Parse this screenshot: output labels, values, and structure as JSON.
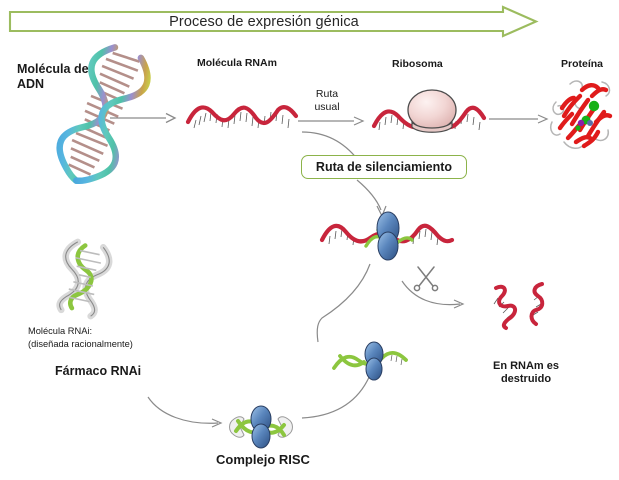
{
  "banner": {
    "label": "Proceso de expresión génica",
    "border_color": "#9cbc5f",
    "arrow_shape": "right-arrow-banner"
  },
  "labels": {
    "dna": "Molécula de\nADN",
    "mrna": "Molécula RNAm",
    "ribosome": "Ribosoma",
    "protein": "Proteína",
    "usual_route": "Ruta\nusual",
    "silencing_route": "Ruta de silenciamiento",
    "rnai_note": "Molécula  RNAi:\n(diseñada racionalmente)",
    "rnai_drug": "Fármaco RNAi",
    "mrna_destroyed": "En RNAm es\ndestruido",
    "risc_complex": "Complejo RISC"
  },
  "icons": {
    "dna": "dna-double-helix-icon",
    "mrna": "mrna-strand-icon",
    "ribosome": "ribosome-icon",
    "protein": "protein-ribbon-icon",
    "rnai": "rnai-duplex-icon",
    "risc": "risc-complex-icon",
    "risc_bound": "risc-bound-mrna-icon",
    "scissors": "scissors-icon",
    "fragments": "mrna-fragments-icon"
  },
  "colors": {
    "green_accent": "#9cbc5f",
    "mrna_red": "#c8253c",
    "rnai_green": "#8cc63f",
    "risc_blue": "#4a6fa5",
    "protein_red": "#e01b1b",
    "protein_green": "#17b117",
    "arrow_gray": "#7d7d7d",
    "text": "#1a1a1a"
  },
  "arrows": [
    {
      "name": "arrow-dna-to-mrna",
      "from": "dna",
      "to": "mrna"
    },
    {
      "name": "arrow-mrna-to-ribosome",
      "from": "mrna",
      "to": "ribosome",
      "label": "Ruta\nusual"
    },
    {
      "name": "arrow-ribosome-to-protein",
      "from": "ribosome",
      "to": "protein"
    },
    {
      "name": "arrow-mrna-to-silencing-box",
      "from": "mrna",
      "to": "silencing-box"
    },
    {
      "name": "arrow-silencing-box-to-risc-bound",
      "from": "silencing-box",
      "to": "risc-bound-mrna"
    },
    {
      "name": "arrow-risc-bound-to-fragments",
      "from": "risc-bound-mrna",
      "to": "fragments"
    },
    {
      "name": "arrow-rnai-to-risc",
      "from": "rnai-drug",
      "to": "risc-complex"
    },
    {
      "name": "arrow-risc-to-risc-bound",
      "from": "risc-complex",
      "to": "risc-bound-mrna"
    },
    {
      "name": "arrow-risc-bound-recycle",
      "from": "risc-bound-mrna",
      "to": "risc-complex"
    }
  ]
}
